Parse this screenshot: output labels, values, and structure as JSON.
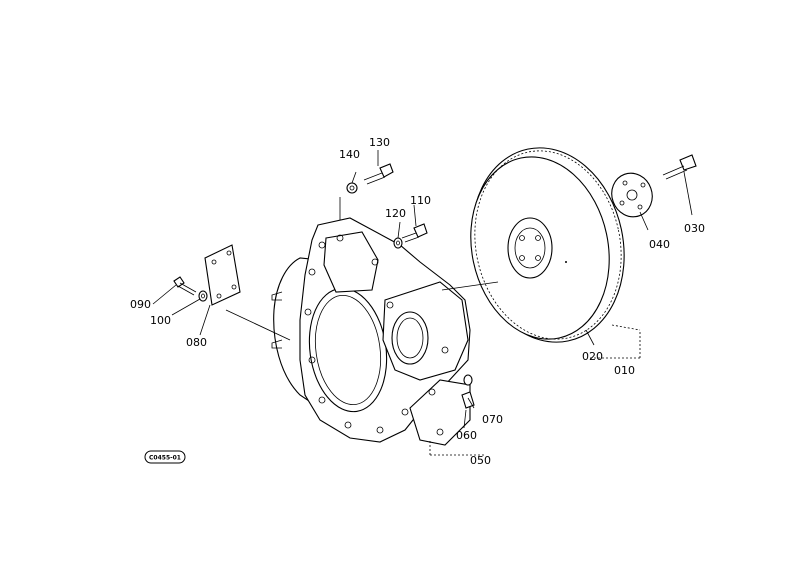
{
  "figure_code": "C0455-01",
  "parts": [
    {
      "id": "p010",
      "label": "010"
    },
    {
      "id": "p020",
      "label": "020"
    },
    {
      "id": "p030",
      "label": "030"
    },
    {
      "id": "p040",
      "label": "040"
    },
    {
      "id": "p050",
      "label": "050"
    },
    {
      "id": "p060",
      "label": "060"
    },
    {
      "id": "p070",
      "label": "070"
    },
    {
      "id": "p080",
      "label": "080"
    },
    {
      "id": "p090",
      "label": "090"
    },
    {
      "id": "p100",
      "label": "100"
    },
    {
      "id": "p110",
      "label": "110"
    },
    {
      "id": "p120",
      "label": "120"
    },
    {
      "id": "p130",
      "label": "130"
    },
    {
      "id": "p140",
      "label": "140"
    }
  ]
}
